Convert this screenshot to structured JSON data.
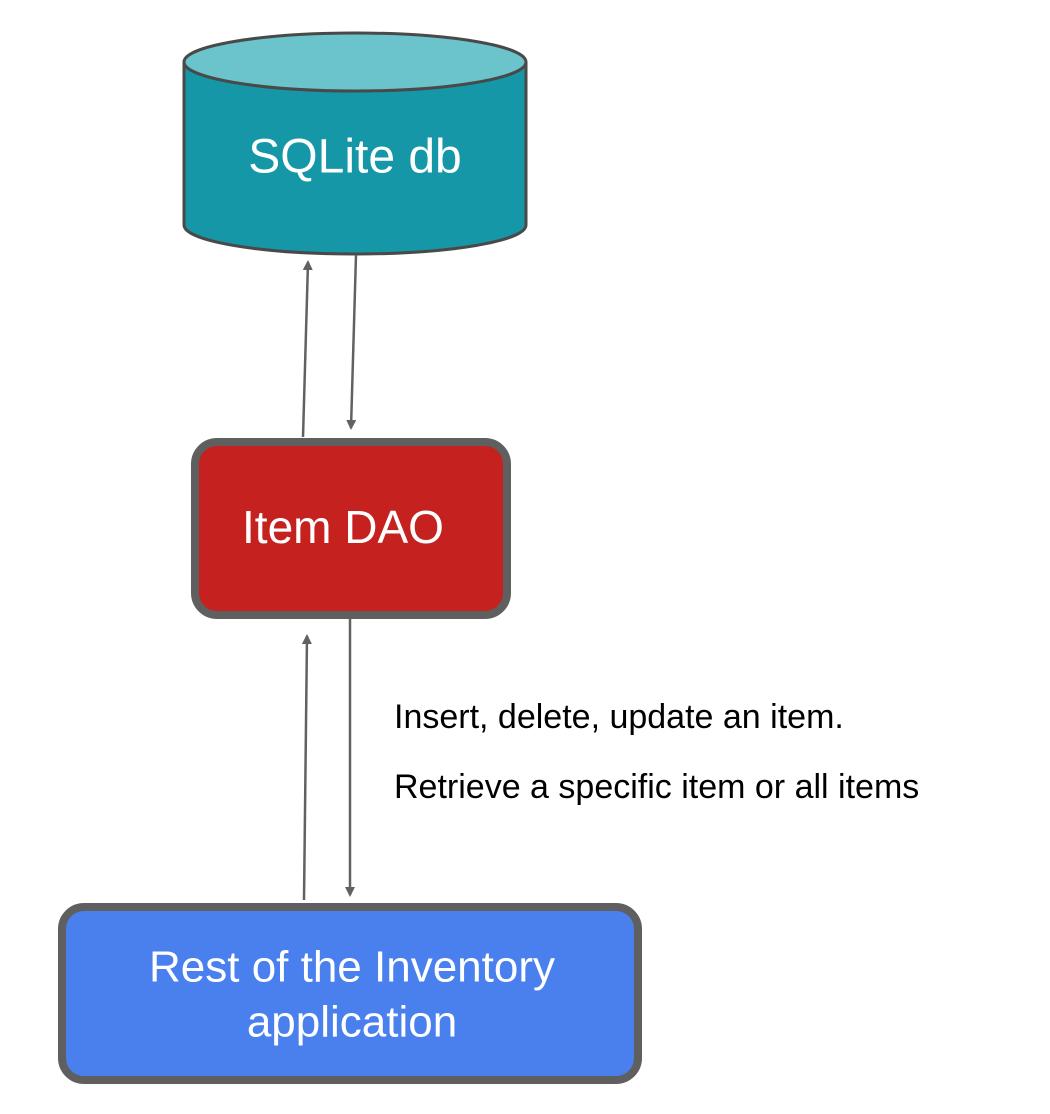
{
  "nodes": {
    "database": {
      "label": "SQLite db",
      "color": "#1597A8",
      "top_color": "#6BC3CB"
    },
    "dao": {
      "label": "Item DAO",
      "color": "#C5221F",
      "border_color": "#5F5F5F"
    },
    "app": {
      "label_line_1": "Rest of the Inventory",
      "label_line_2": "application",
      "color": "#4A80EE",
      "border_color": "#5F5F5F"
    }
  },
  "annotations": {
    "line_1": "Insert, delete, update an item.",
    "line_2": "Retrieve a specific item or all items"
  },
  "arrow_color": "#616161",
  "text_color": "#000000"
}
